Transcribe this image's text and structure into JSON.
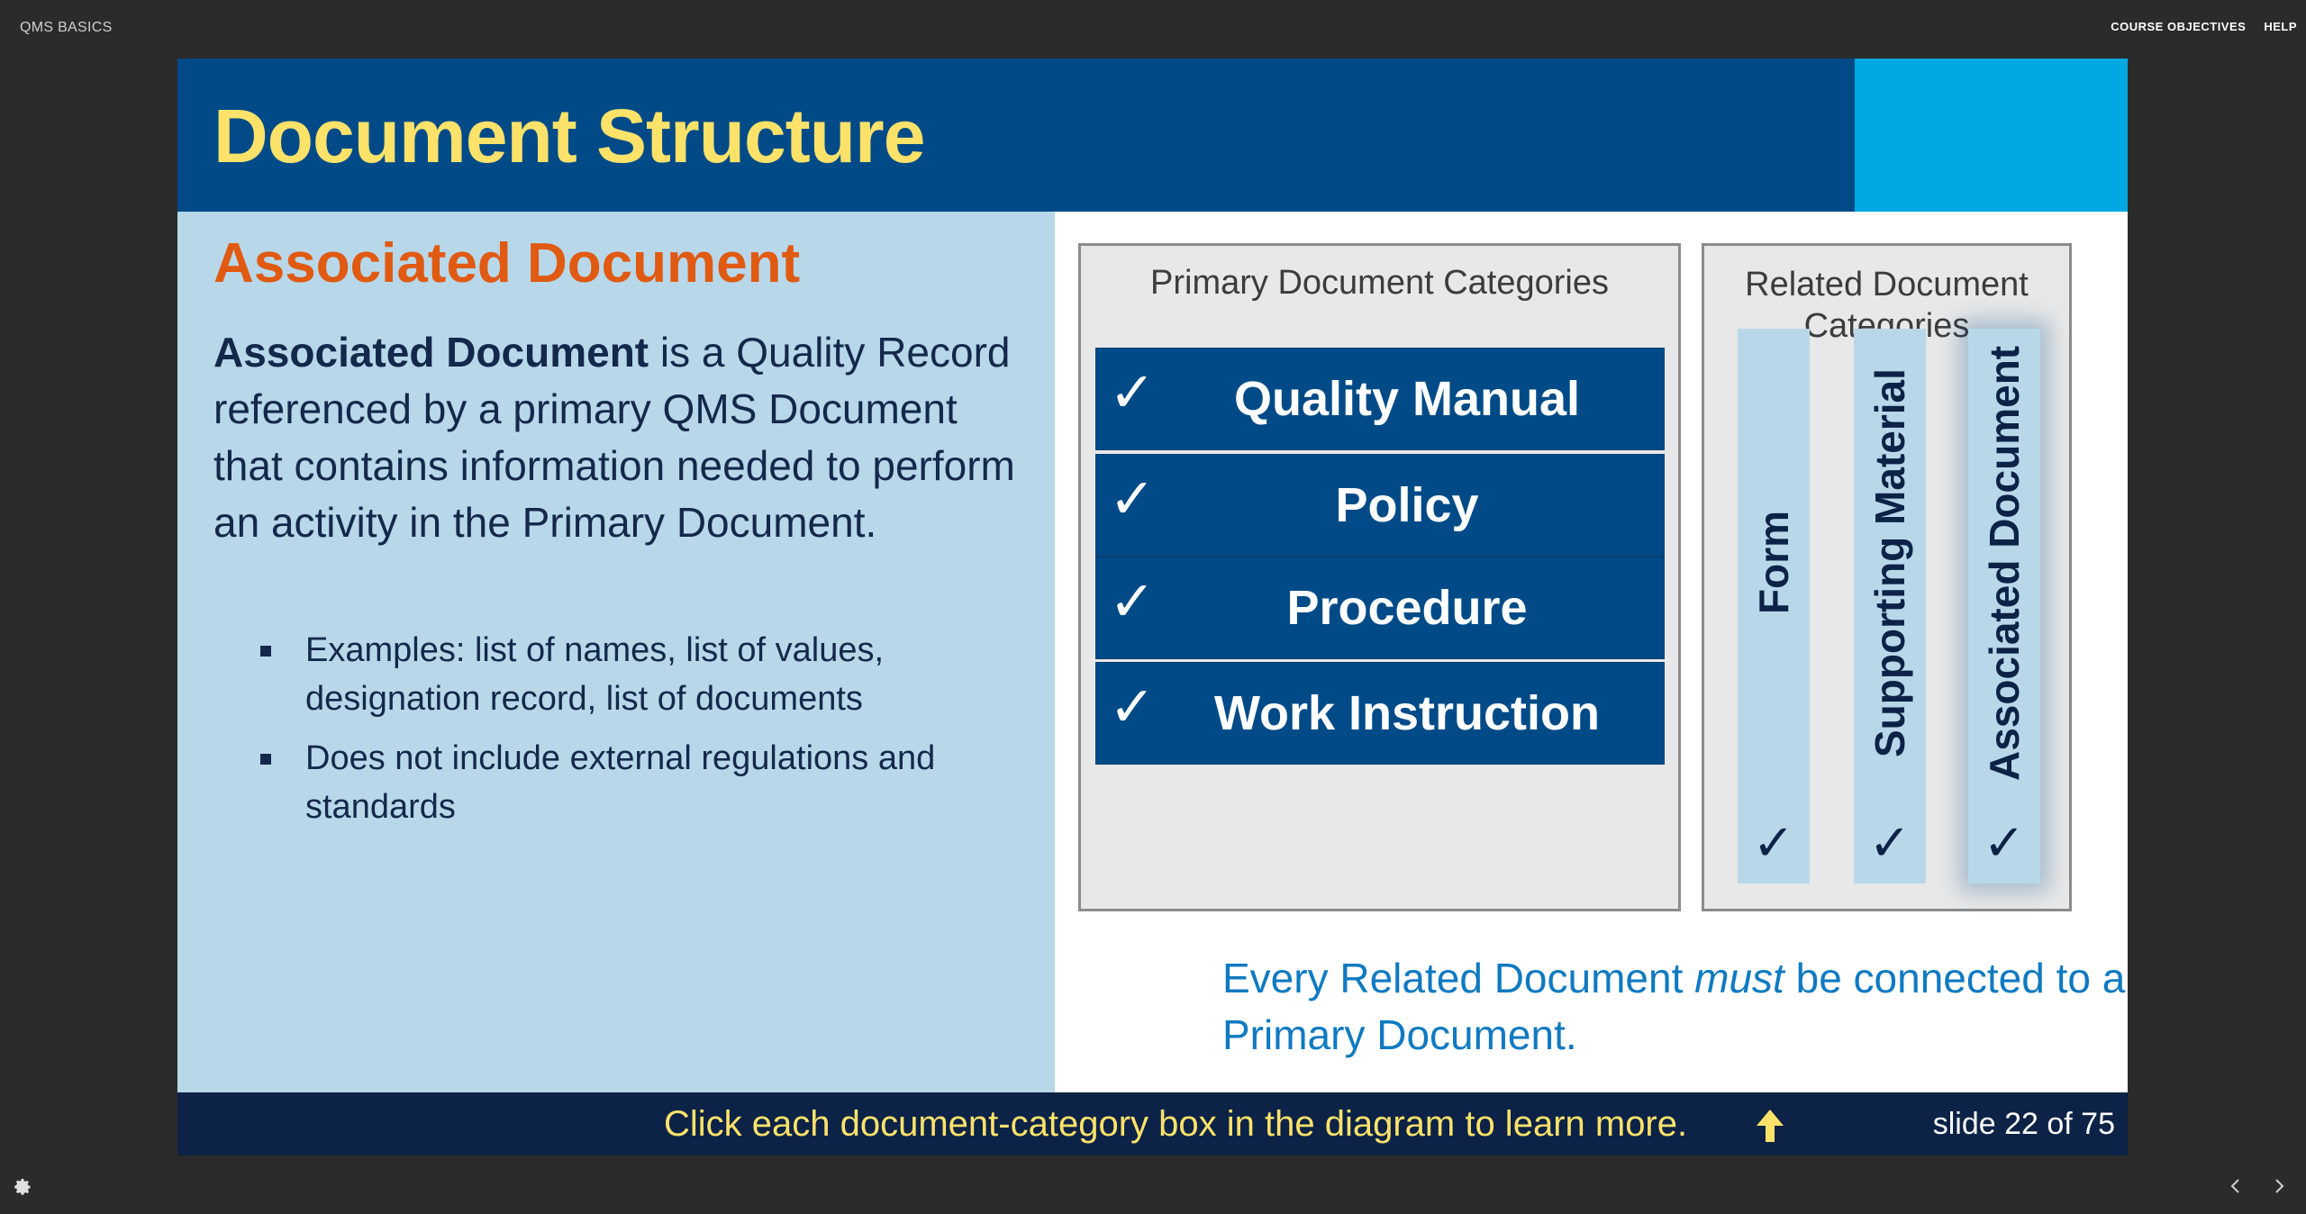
{
  "app": {
    "course_title": "QMS BASICS",
    "links": [
      "COURSE OBJECTIVES",
      "HELP"
    ]
  },
  "slide": {
    "title": "Document Structure",
    "section_title": "Associated Document",
    "definition_term": "Associated Document",
    "definition_text": " is a Quality Record referenced by a primary QMS Document that contains information needed to perform an activity in the Primary Document.",
    "bullets": [
      "Examples: list of names, list of values, designation record, list of documents",
      "Does not include external regulations and standards"
    ],
    "primary_heading": "Primary Document Categories",
    "primary_categories": [
      "Quality Manual",
      "Policy",
      "Procedure",
      "Work Instruction"
    ],
    "related_heading": "Related Document Categories",
    "related_categories": [
      "Form",
      "Supporting Material",
      "Associated Document"
    ],
    "related_active": "Associated Document",
    "check_glyph": "✓",
    "note_part1": "Every Related Document ",
    "note_em": "must",
    "note_part2": " be connected to a Primary Document.",
    "instruction": "Click each document-category box in the diagram to learn more.",
    "counter": "slide 22 of 75"
  },
  "icons": {
    "instruction_arrow": "arrow-up-icon",
    "settings": "gear-icon",
    "prev": "chevron-left-icon",
    "next": "chevron-right-icon"
  },
  "colors": {
    "title_band": "#004b87",
    "title_accent": "#00a8e1",
    "title_text": "#fde26a",
    "section_title": "#e05a12",
    "left_panel": "#b8d8ea",
    "bottom_bar": "#0c2246",
    "note_text": "#0f7ac1"
  }
}
